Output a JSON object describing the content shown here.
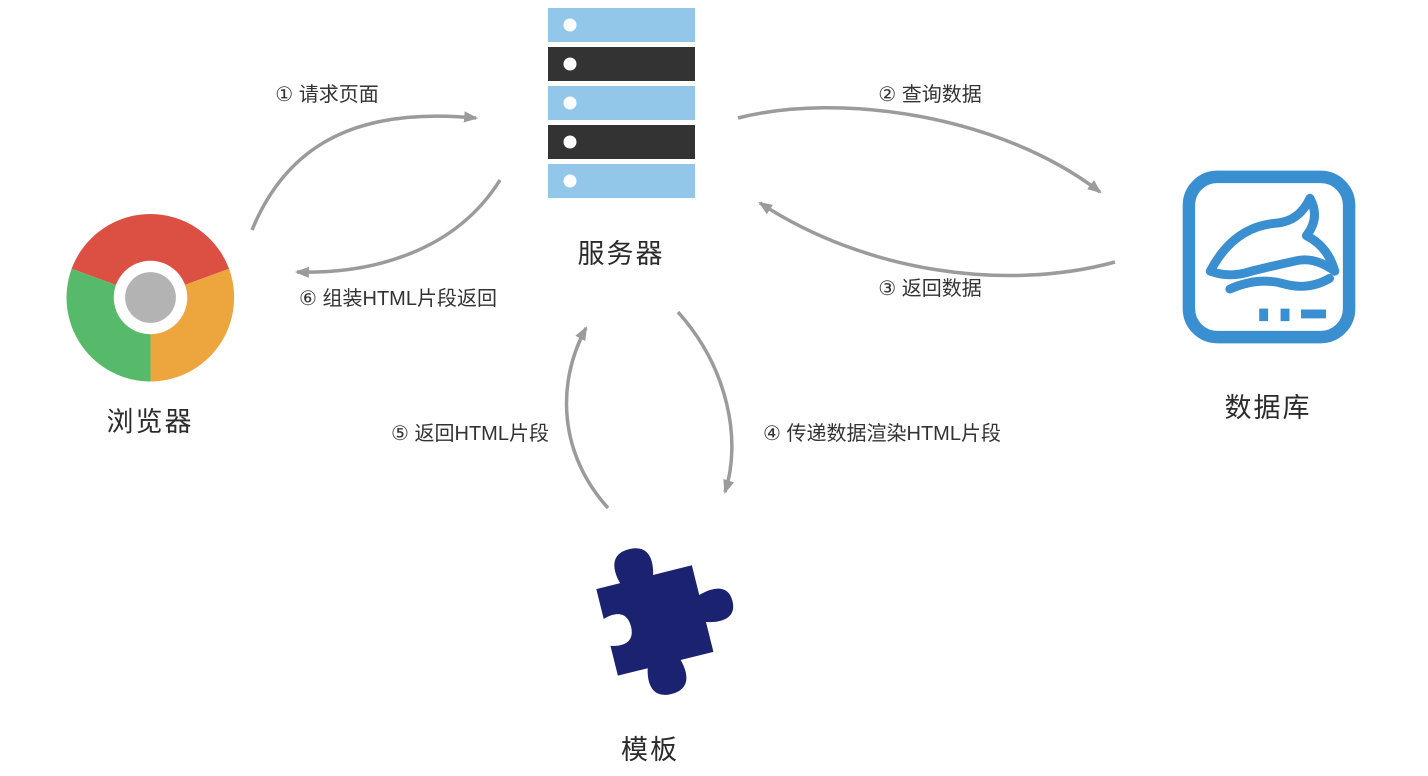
{
  "diagram": {
    "title_implicit": "服务端渲染流程图",
    "nodes": {
      "browser": {
        "label": "浏览器",
        "icon": "chrome-browser-icon"
      },
      "server": {
        "label": "服务器",
        "icon": "server-rack-icon"
      },
      "database": {
        "label": "数据库",
        "icon": "mysql-dolphin-icon"
      },
      "template": {
        "label": "模板",
        "icon": "puzzle-piece-icon"
      }
    },
    "arrows": {
      "step1": {
        "label": "① 请求页面",
        "from": "browser",
        "to": "server"
      },
      "step2": {
        "label": "② 查询数据",
        "from": "server",
        "to": "database"
      },
      "step3": {
        "label": "③ 返回数据",
        "from": "database",
        "to": "server"
      },
      "step4": {
        "label": "④ 传递数据渲染HTML片段",
        "from": "server",
        "to": "template"
      },
      "step5": {
        "label": "⑤ 返回HTML片段",
        "from": "template",
        "to": "server"
      },
      "step6": {
        "label": "⑥ 组装HTML片段返回",
        "from": "server",
        "to": "browser"
      }
    },
    "colors": {
      "background": "#ffffff",
      "arrow_gray": "#9b9b9b",
      "label_text": "#333333",
      "server_blue": "#92c7ea",
      "server_dark": "#333333",
      "server_dot_white": "#ffffff",
      "chrome_red": "#dc5044",
      "chrome_green": "#57ba6a",
      "chrome_yellow": "#eda63e",
      "chrome_center_gray": "#b3b3b3",
      "mysql_blue": "#3a8fd0",
      "puzzle_navy": "#1b2270"
    }
  }
}
